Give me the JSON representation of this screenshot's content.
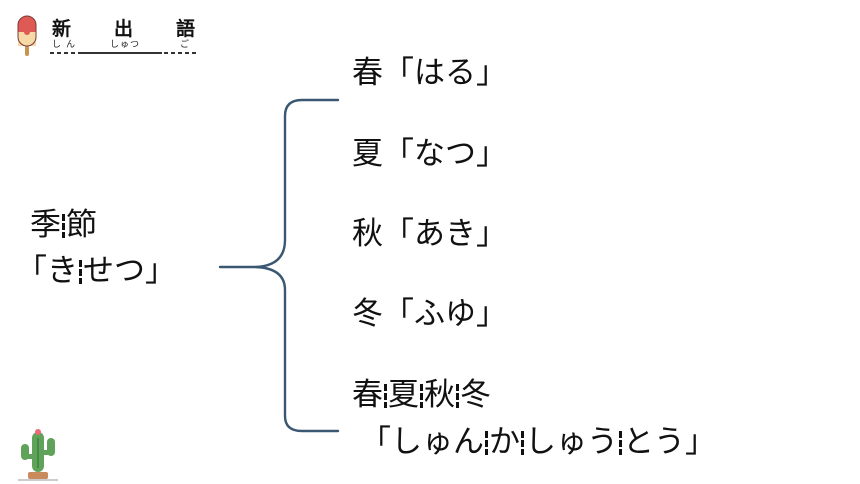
{
  "header": {
    "kanji": [
      "新",
      "出",
      "語"
    ],
    "kana": [
      "し",
      "ん",
      "しゅつ",
      "ご"
    ]
  },
  "main": {
    "term": {
      "kanji": [
        "季",
        "節"
      ],
      "reading": [
        "「き",
        "せつ」"
      ]
    },
    "items": [
      {
        "text": "春「はる」"
      },
      {
        "text": "夏「なつ」"
      },
      {
        "text": "秋「あき」"
      },
      {
        "text": "冬「ふゆ」"
      }
    ],
    "last_item": {
      "kanji": [
        "春",
        "夏",
        "秋",
        "冬"
      ],
      "reading": [
        "「しゅん",
        "か",
        "しゅう",
        "とう」"
      ]
    }
  },
  "colors": {
    "brace": "#3a5872",
    "text": "#111111",
    "popsicle_red": "#e05a55",
    "popsicle_cream": "#f6d9a6",
    "cactus_green": "#5fa35a"
  },
  "icons": [
    "popsicle-icon",
    "cactus-icon"
  ]
}
